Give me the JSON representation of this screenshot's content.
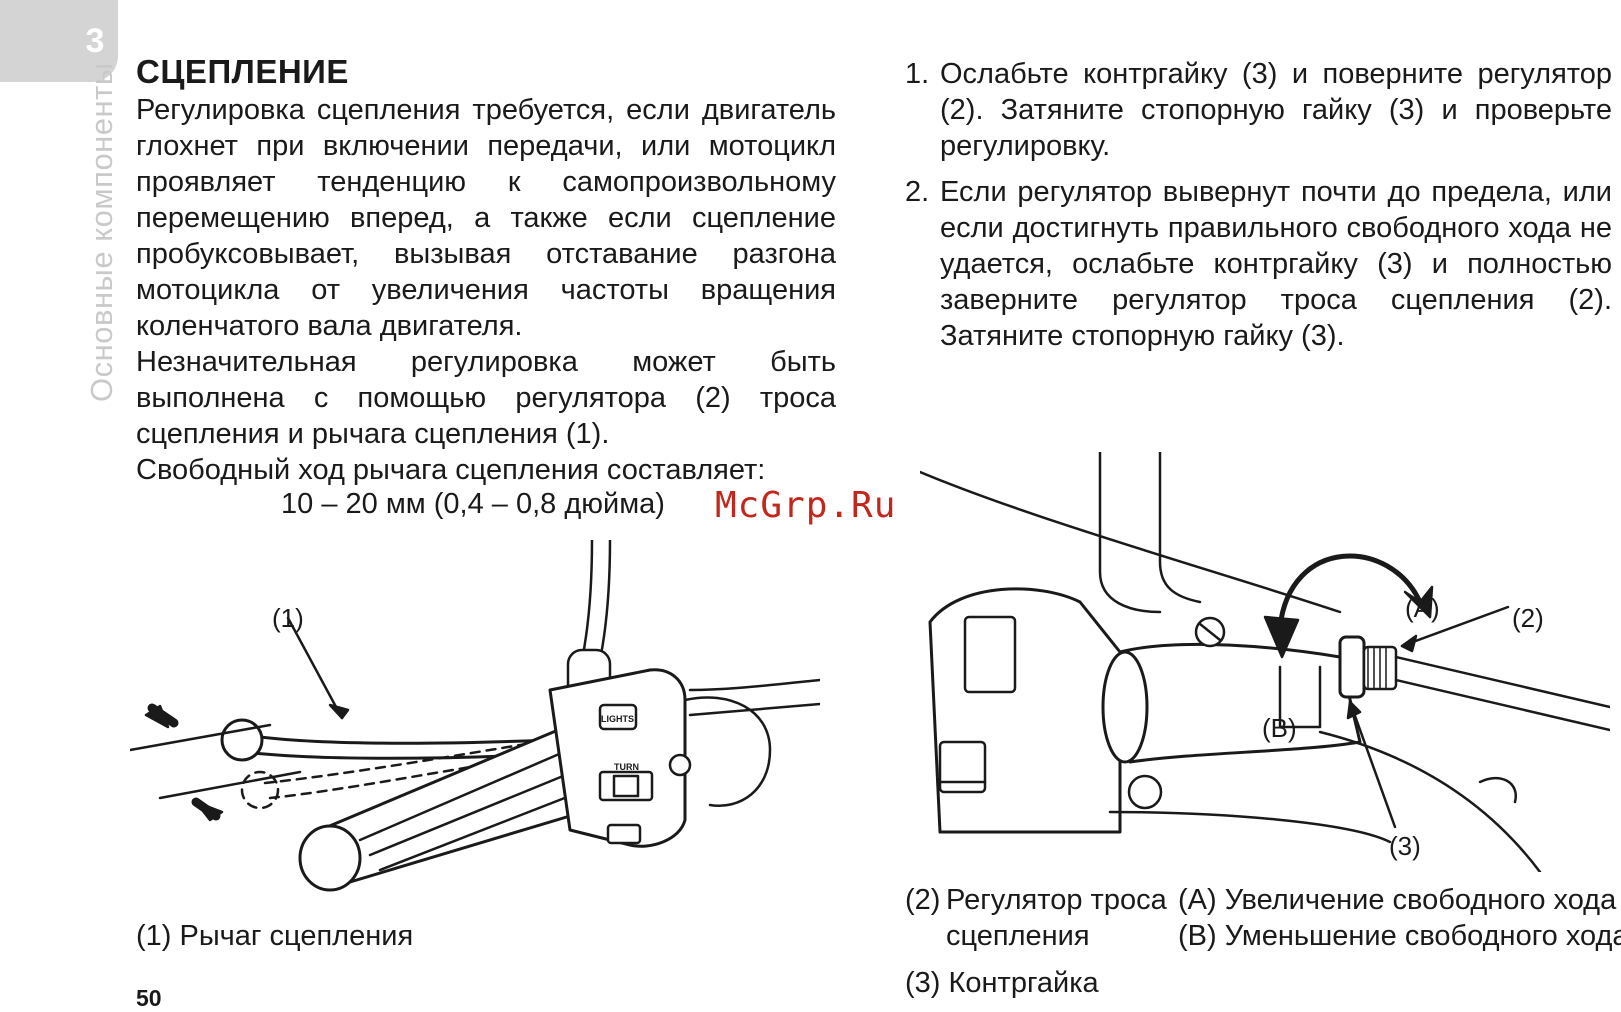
{
  "chapter_tab": {
    "number": "3"
  },
  "side_label": "Основные компоненты",
  "heading": "СЦЕПЛЕНИЕ",
  "paragraphs": [
    "Регулировка сцепления требуется, если двигатель глохнет при включении передачи, или мотоцикл проявляет тенденцию к самопроизвольному перемещению вперед, а также если сцепление пробуксовывает, вызывая отставание разгона мотоцикла от увеличения частоты вращения коленчатого вала двигателя.",
    "Незначительная регулировка может быть выполнена с помощью регулятора (2) троса сцепления и рычага сцепления (1).",
    "Свободный ход рычага сцепления составляет:"
  ],
  "spec_value": "10 – 20 мм (0,4 – 0,8 дюйма)",
  "watermark": "McGrp.Ru",
  "steps": [
    {
      "num": "1.",
      "text": "Ослабьте контргайку (3) и поверните регулятор (2). Затяните стопорную гайку (3) и проверьте регулировку."
    },
    {
      "num": "2.",
      "text": "Если регулятор вывернут почти до предела, или если достигнуть правильного свободного хода не удается, ослабьте контргайку (3) и полностью заверните регулятор троса сцепления (2). Затяните стопорную гайку (3)."
    }
  ],
  "figure_left": {
    "callout": "(1)",
    "switch_labels": {
      "lights": "LIGHTS",
      "turn": "TURN"
    },
    "caption": "(1) Рычаг сцепления"
  },
  "figure_right": {
    "callouts": {
      "a": "(A)",
      "b": "(B)",
      "two": "(2)",
      "three": "(3)"
    },
    "captions": {
      "adjuster_num": "(2)",
      "adjuster_line1": "Регулятор троса",
      "adjuster_line2": "сцепления",
      "locknut": "(3) Контргайка",
      "a": "(A) Увеличение свободного хода",
      "b": "(B) Уменьшение свободного хода"
    }
  },
  "page_number": "50",
  "colors": {
    "tab": "#d4d4d4",
    "side_label": "#c9c9c9",
    "watermark": "#c2271e",
    "ink": "#1a1a1a"
  }
}
